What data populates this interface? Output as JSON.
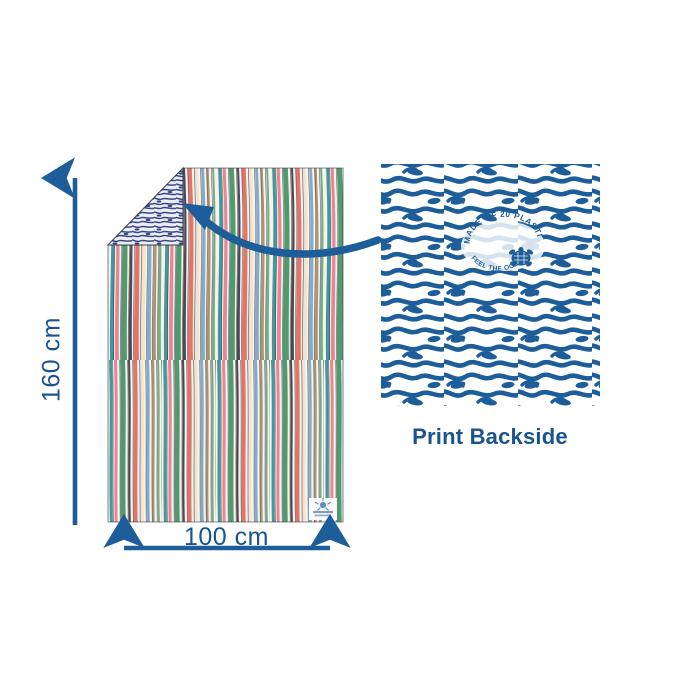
{
  "product": {
    "type": "blanket-towel-infographic",
    "dimensions": {
      "height_label": "160 cm",
      "width_label": "100 cm"
    },
    "front": {
      "name": "striped-front-face",
      "pattern": "vertical watercolor stripes",
      "colors": [
        "#3f8f62",
        "#e3738c",
        "#2f8f95",
        "#d94b3f",
        "#f1e6d6",
        "#6f9fc4",
        "#9c7b4f",
        "#2b2b3d",
        "#ffffff"
      ]
    },
    "backside": {
      "name": "wave-squiggle-backside",
      "pattern": "blue wavy squiggle lines",
      "color": "#1d5d99",
      "background": "#ffffff",
      "badge": {
        "top_text": "MADE OF 20 PLASTIC BOTTLES",
        "bottom_text": "FEEL THE OCEAN",
        "emblem": "turtle-icon"
      }
    },
    "folded_corner": {
      "name": "folded-corner-reveal",
      "shows": "backside"
    },
    "tag": {
      "name": "brand-tag",
      "position": "bottom-right"
    }
  },
  "annotations": {
    "height_arrow": "vertical-up-arrow",
    "width_arrow": "horizontal-double-arrow",
    "pointer_arrow": "curved-arrow-to-folded-corner",
    "backside_caption": "Print Backside"
  },
  "colors": {
    "accent_blue": "#1d5d99",
    "text_blue": "#1a5490",
    "pattern_blue": "#1d5d99",
    "white": "#ffffff"
  }
}
